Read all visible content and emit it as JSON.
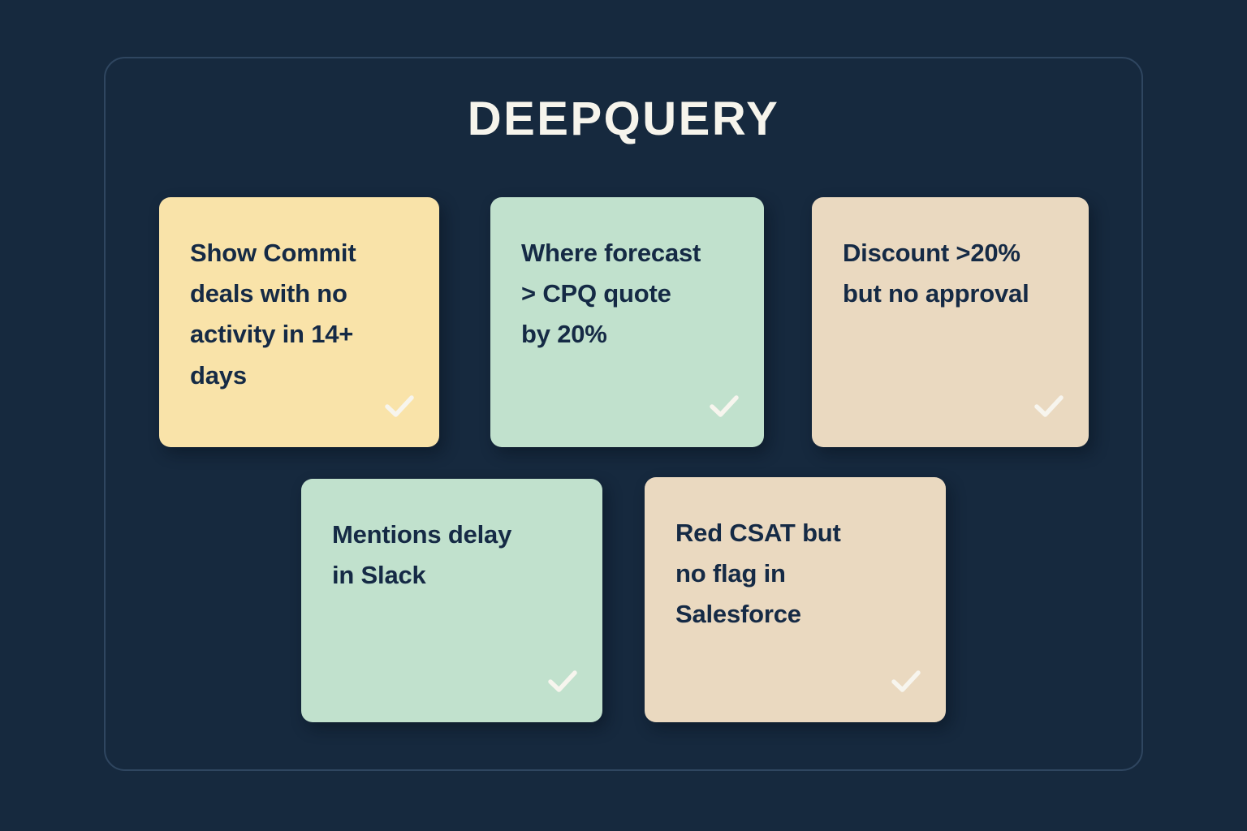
{
  "app": {
    "title": "DEEPQUERY",
    "background_color": "#16293e",
    "frame_border_color": "#2f4660",
    "title_color": "#f6f4ec"
  },
  "cards": [
    {
      "id": "card-commit-deals-no-activity",
      "text": "Show Commit\ndeals with no\nactivity in 14+\ndays",
      "color": "#f9e3a9",
      "text_color": "#152a45",
      "check_icon": "check-icon",
      "check_color": "#f7f5ee"
    },
    {
      "id": "card-forecast-over-cpq-quote",
      "text": "Where forecast\n> CPQ quote\nby 20%",
      "color": "#c1e1cd",
      "text_color": "#152a45",
      "check_icon": "check-icon",
      "check_color": "#f7f5ee"
    },
    {
      "id": "card-discount-no-approval",
      "text": "Discount >20%\nbut no approval",
      "color": "#ead9c0",
      "text_color": "#152a45",
      "check_icon": "check-icon",
      "check_color": "#f7f5ee"
    },
    {
      "id": "card-mentions-delay-slack",
      "text": "Mentions delay\nin Slack",
      "color": "#c1e1cd",
      "text_color": "#152a45",
      "check_icon": "check-icon",
      "check_color": "#f7f5ee"
    },
    {
      "id": "card-red-csat-no-flag",
      "text": "Red CSAT but\nno flag in\nSalesforce",
      "color": "#ead9c0",
      "text_color": "#152a45",
      "check_icon": "check-icon",
      "check_color": "#f7f5ee"
    }
  ]
}
